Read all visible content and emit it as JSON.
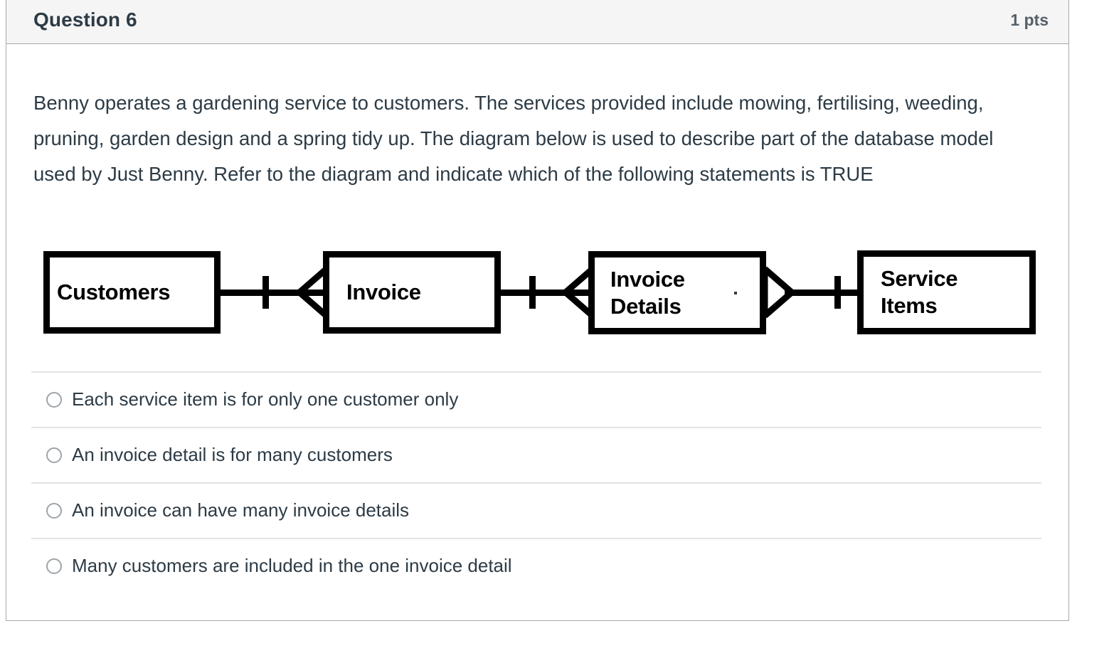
{
  "header": {
    "title": "Question 6",
    "points": "1 pts"
  },
  "question": {
    "text": "Benny operates a gardening service to customers. The services provided include mowing, fertilising, weeding, pruning, garden design and a spring tidy up. The diagram below is used to describe part of the database model used by Just Benny. Refer to the diagram and indicate which of the following statements is TRUE"
  },
  "diagram": {
    "type": "er-diagram",
    "notation": "crows-foot",
    "entities": [
      {
        "id": "customers",
        "label": "Customers"
      },
      {
        "id": "invoice",
        "label": "Invoice"
      },
      {
        "id": "invoice-details",
        "label": "Invoice\nDetails"
      },
      {
        "id": "service-items",
        "label": "Service\nItems"
      }
    ],
    "relationships": [
      {
        "from": "customers",
        "to": "invoice",
        "from_cardinality": "one",
        "to_cardinality": "many"
      },
      {
        "from": "invoice",
        "to": "invoice-details",
        "from_cardinality": "one",
        "to_cardinality": "many"
      },
      {
        "from": "invoice-details",
        "to": "service-items",
        "from_cardinality": "many",
        "to_cardinality": "one"
      }
    ]
  },
  "answers": {
    "options": [
      {
        "id": "option-1",
        "label": "Each service item is for only one customer only",
        "selected": false
      },
      {
        "id": "option-2",
        "label": "An invoice detail is for many customers",
        "selected": false
      },
      {
        "id": "option-3",
        "label": "An invoice can have many invoice details",
        "selected": false
      },
      {
        "id": "option-4",
        "label": "Many customers are included in the one invoice detail",
        "selected": false
      }
    ]
  },
  "colors": {
    "header_background": "#f5f5f5",
    "border": "#a9a9a9",
    "text": "#2d3b45",
    "divider": "#e3e3e3",
    "radio_border": "#9ea4a8",
    "diagram_stroke": "#000000"
  }
}
